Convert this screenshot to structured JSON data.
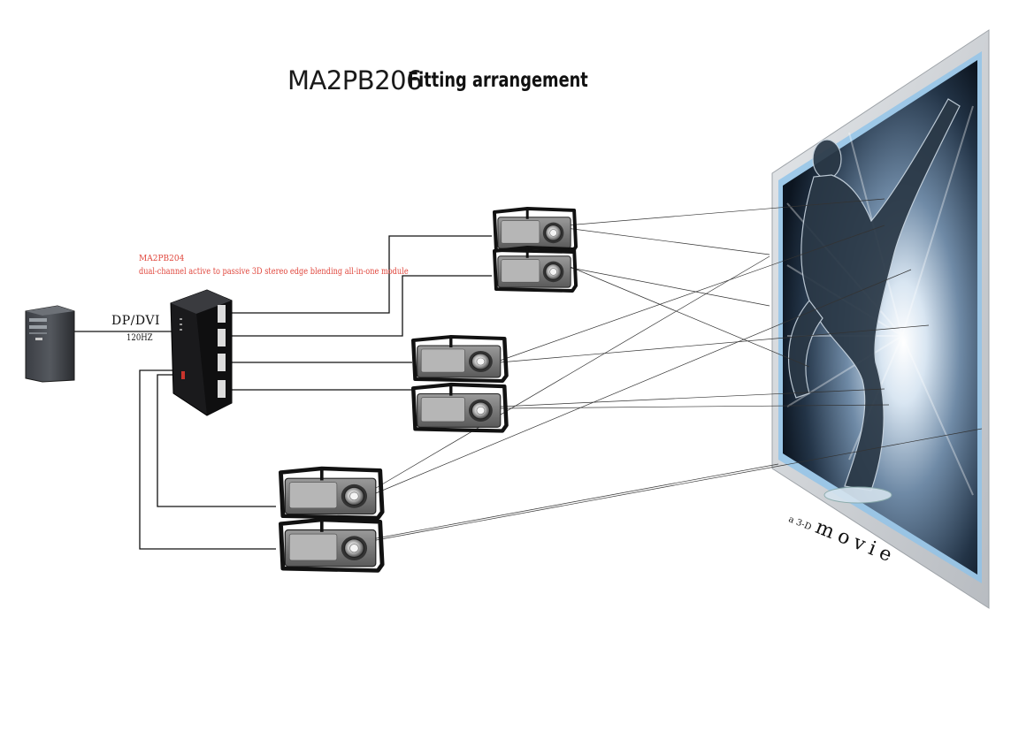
{
  "title": {
    "model": "MA2PB206",
    "subtitle": "Fitting arrangement"
  },
  "module": {
    "name": "MA2PB204",
    "description": "dual-channel active to passive 3D stereo edge blending all-in-one module"
  },
  "connection": {
    "interface": "DP/DVI",
    "frequency": "120HZ"
  },
  "screen": {
    "caption_prefix": "a 3-D",
    "caption_word": "movie"
  },
  "colors": {
    "annotation_red": "#e0463c",
    "screen_frame": "#c9cdd2",
    "screen_glow": "#8fc3ea",
    "line": "#111111"
  },
  "icons": [
    "computer-tower-icon",
    "blending-module-icon",
    "projector-icon",
    "projection-screen-icon"
  ]
}
